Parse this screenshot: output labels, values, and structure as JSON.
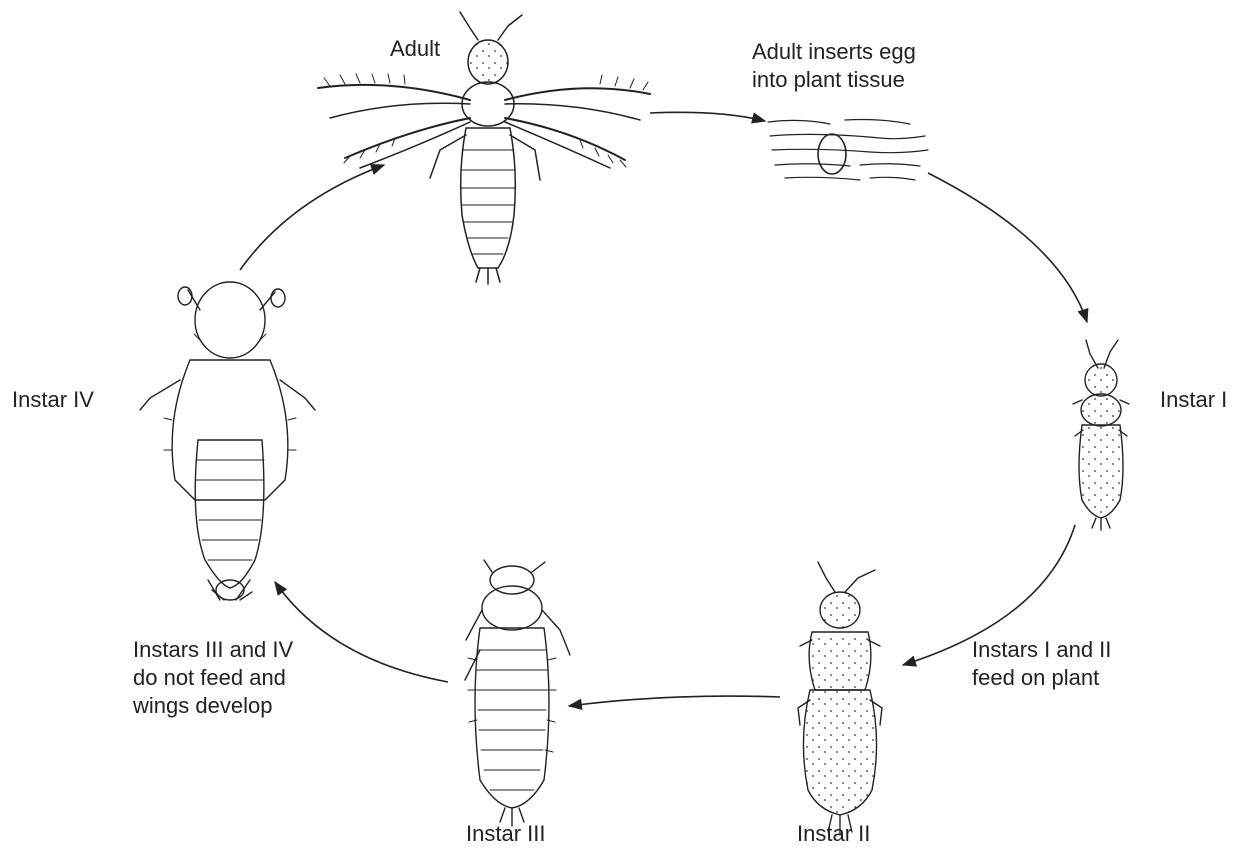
{
  "diagram": {
    "stages": {
      "adult": "Adult",
      "egg": [
        "Adult inserts egg",
        "into plant tissue"
      ],
      "instar1": "Instar I",
      "instar2": "Instar II",
      "instar3": "Instar III",
      "instar4": "Instar IV"
    },
    "notes": {
      "feeding": [
        "Instars I and II",
        "feed on plant"
      ],
      "non_feeding": [
        "Instars III and IV",
        "do not feed and",
        "wings develop"
      ]
    },
    "colors": {
      "ink": "#222222",
      "background": "#ffffff"
    }
  }
}
